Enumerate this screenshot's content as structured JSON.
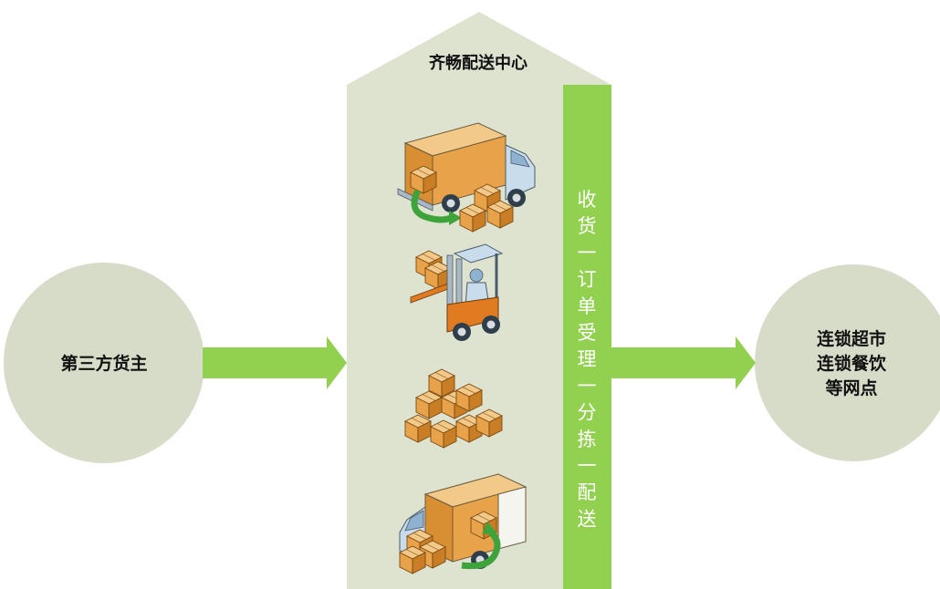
{
  "center": {
    "title": "齐畅配送中心"
  },
  "source": {
    "label": "第三方货主"
  },
  "destination": {
    "lines": [
      "连锁超市",
      "连锁餐饮",
      "等网点"
    ]
  },
  "process_steps": [
    "收货",
    "订单受理",
    "分拣",
    "配送"
  ],
  "vertical_text": [
    "收",
    "货",
    "一",
    "订",
    "单",
    "受",
    "理",
    "一",
    "分",
    "拣",
    "一",
    "配",
    "送"
  ],
  "icons": [
    "truck-unloading-icon",
    "forklift-icon",
    "stacked-boxes-icon",
    "truck-loading-icon"
  ],
  "colors": {
    "circle_fill": "#d7dcc8",
    "house_fill": "#dde3cf",
    "green": "#92d050",
    "box_orange": "#e8a24a",
    "truck_blue": "#c9dcec",
    "arrow_green": "#3da33a"
  }
}
